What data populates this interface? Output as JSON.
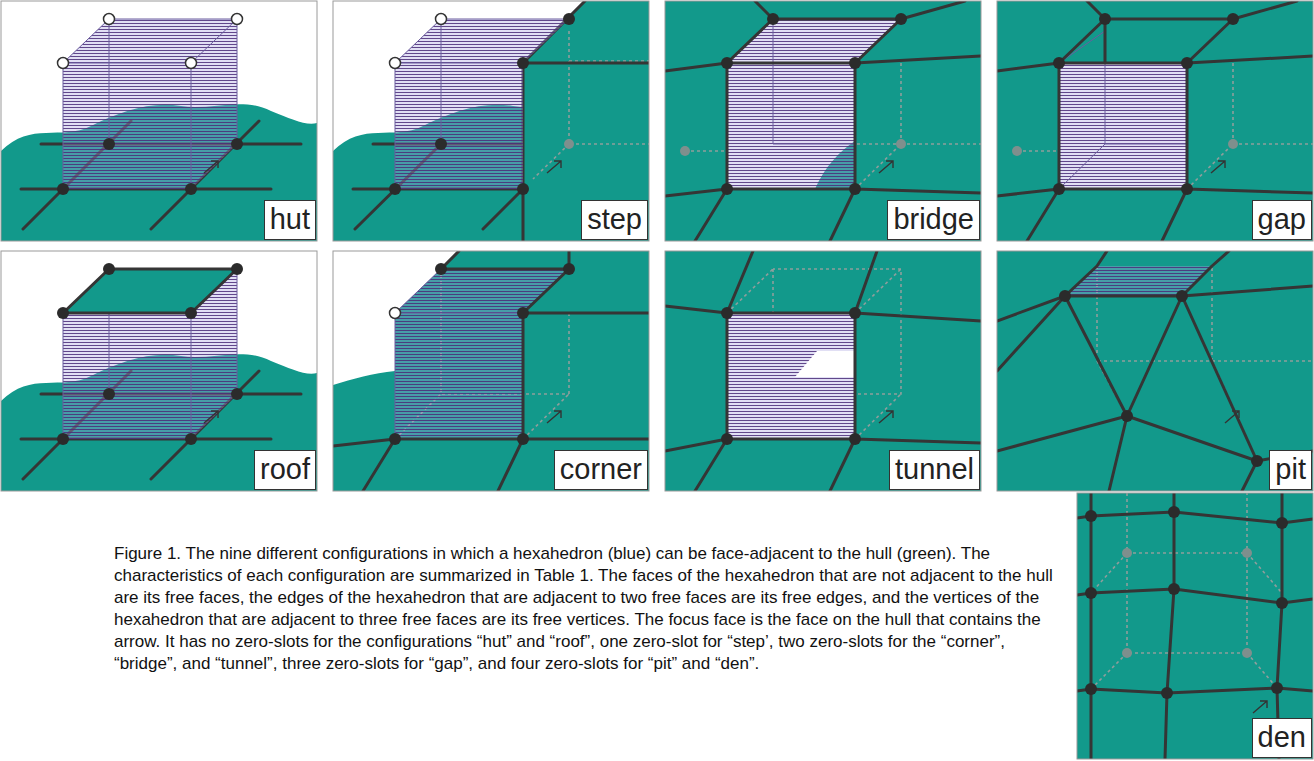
{
  "diagram": {
    "caption": "Figure 1. The nine different configurations in which a hexahedron (blue) can be face-adjacent to the hull (green). The characteristics of each configuration are summarized in Table 1. The faces of the hexahedron that are not adjacent to the hull are its free faces, the edges of the hexahedron that are adjacent to two free faces are its free edges, and the vertices of the hexahedron that are adjacent to three free faces are its free vertices. The focus face is the face on the hull that contains the arrow. It has no zero-slots for the configurations “hut” and “roof”, one zero-slot for “step’, two zero-slots for the “corner”, “bridge”, and “tunnel”, three zero-slots for “gap”, and four zero-slots for “pit” and “den”.",
    "nodes": [
      {
        "text": [
          "hut"
        ]
      },
      {
        "text": [
          "step"
        ]
      },
      {
        "text": [
          "bridge"
        ]
      },
      {
        "text": [
          "gap"
        ]
      },
      {
        "text": [
          "roof"
        ]
      },
      {
        "text": [
          "corner"
        ]
      },
      {
        "text": [
          "tunnel"
        ]
      },
      {
        "text": [
          "pit"
        ]
      },
      {
        "text": [
          "den"
        ]
      }
    ]
  }
}
